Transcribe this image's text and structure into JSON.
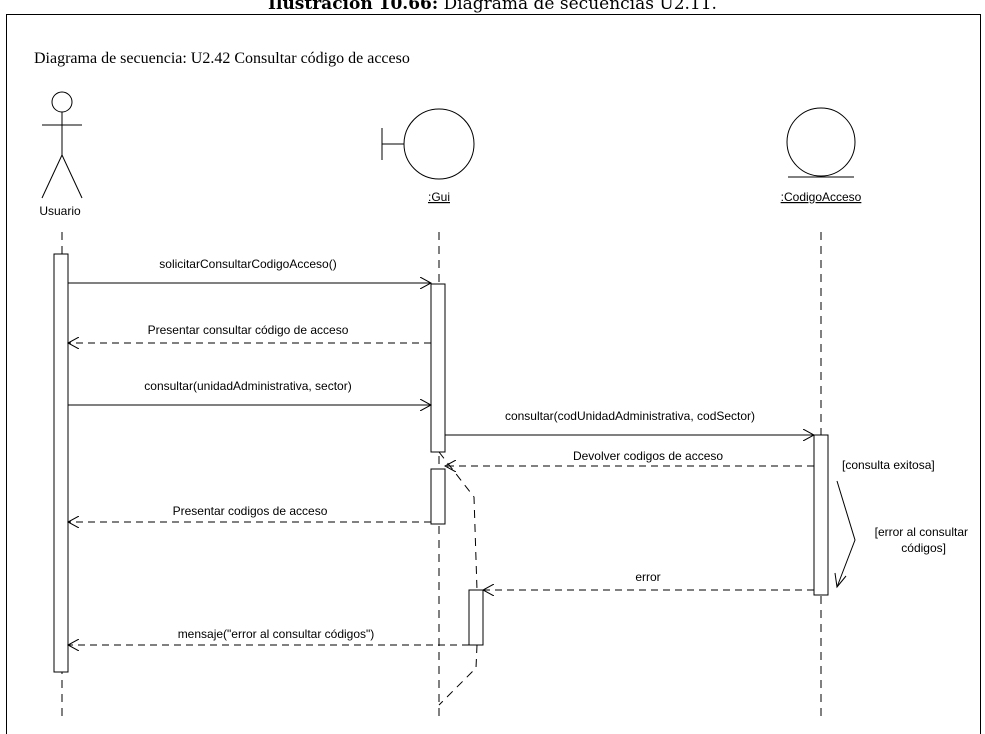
{
  "caption": {
    "prefix": "Ilustración 10.66:",
    "text": " Diagrama de secuencias U2.11."
  },
  "diagram": {
    "title": "Diagrama de secuencia: U2.42 Consultar código de acceso",
    "lifelines": [
      {
        "name": "Usuario",
        "kind": "actor"
      },
      {
        "name": ":Gui",
        "kind": "boundary"
      },
      {
        "name": ":CodigoAcceso",
        "kind": "entity"
      }
    ],
    "messages": [
      {
        "label": "solicitarConsultarCodigoAcceso()",
        "type": "sync"
      },
      {
        "label": "Presentar consultar código de acceso",
        "type": "return"
      },
      {
        "label": "consultar(unidadAdministrativa, sector)",
        "type": "sync"
      },
      {
        "label": "consultar(codUnidadAdministrativa, codSector)",
        "type": "sync"
      },
      {
        "label": "Devolver codigos de acceso",
        "type": "return"
      },
      {
        "label": "Presentar codigos de acceso",
        "type": "return"
      },
      {
        "label": "error",
        "type": "return"
      },
      {
        "label": "mensaje(\"error al consultar códigos\")",
        "type": "return"
      }
    ],
    "guards": {
      "success": "[consulta exitosa]",
      "error_line1": "[error al consultar",
      "error_line2": "códigos]"
    }
  }
}
